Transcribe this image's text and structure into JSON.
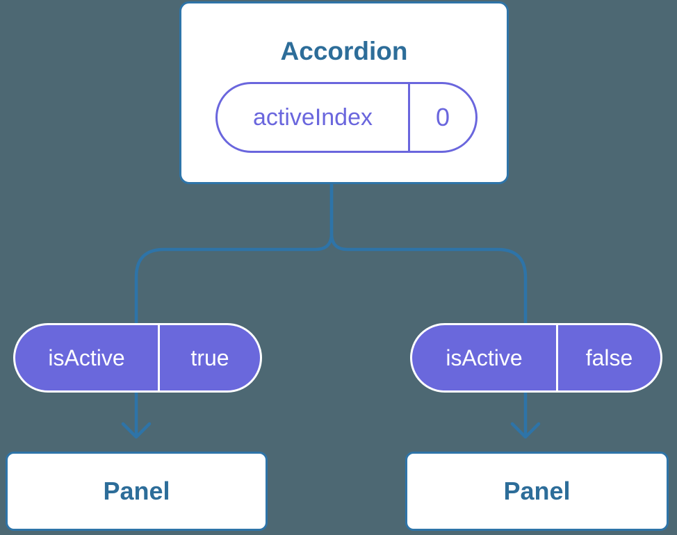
{
  "colors": {
    "bg": "#4d6873",
    "line": "#2e74a8",
    "titleText": "#2d6d99",
    "purple": "#6a66dd",
    "pillFill": "#6a68dc",
    "pillTextLight": "#ffffff",
    "nodeBg": "#ffffff"
  },
  "tree": {
    "root": {
      "title": "Accordion",
      "state": {
        "name": "activeIndex",
        "value": "0"
      }
    },
    "children": [
      {
        "prop": {
          "name": "isActive",
          "value": "true"
        },
        "node": {
          "title": "Panel"
        }
      },
      {
        "prop": {
          "name": "isActive",
          "value": "false"
        },
        "node": {
          "title": "Panel"
        }
      }
    ]
  }
}
